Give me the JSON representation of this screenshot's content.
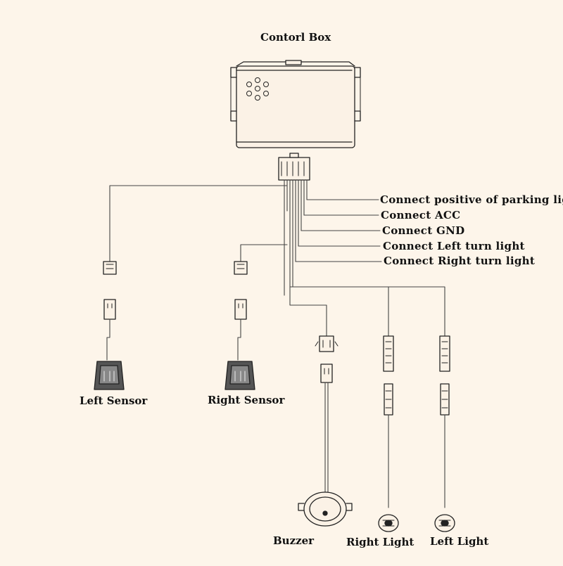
{
  "title": "Contorl Box",
  "connections": [
    "Connect positive of parking light",
    "Connect ACC",
    "Connect GND",
    "Connect Left turn light",
    "Connect Right turn light"
  ],
  "components": {
    "left_sensor": "Left Sensor",
    "right_sensor": "Right Sensor",
    "buzzer": "Buzzer",
    "right_light": "Right Light",
    "left_light": "Left Light"
  },
  "colors": {
    "background": "#fdf5ea",
    "line": "#222222",
    "wire": "#555555"
  }
}
